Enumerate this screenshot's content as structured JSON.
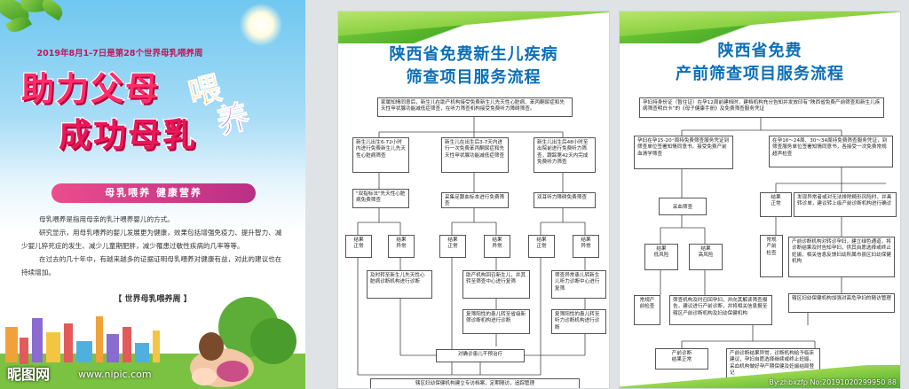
{
  "poster_left": {
    "tagline": "2019年8月1-7日是第28个世界母乳喂养周",
    "slogan_line1": "助力父母",
    "slogan_line2": "成功母乳",
    "slogan_art": "喂养",
    "banner": "母乳喂养  健康营养",
    "paragraphs": [
      "母乳喂养是指用母亲的乳汁喂养婴儿的方式。",
      "研究显示，用母乳喂养的婴儿发展更为健康，效果包括增强免疫力、提升智力、减少婴儿猝死症的发生、减少儿童期肥胖，减少罹患过敏性疾病的几率等等。",
      "在过去的几十年中，有越来越多的证据证明母乳喂养对健康有益，对此的建议也在持续增加。"
    ],
    "week_label": "【 世界母乳喂养周 】",
    "watermark": "昵图网",
    "watermark_url": "www.nipic.com"
  },
  "poster_middle": {
    "title_line1": "陕西省免费新生儿疾病",
    "title_line2": "筛查项目服务流程",
    "boxes": {
      "intro": "家属知情同意后，新生儿在助产机构接受免费新生儿先天性心脏病、苯丙酮尿症和先天性甲状腺功能减低症筛查，在听力筛查机构接受免费听力障碍筛查。",
      "col1_top": "新生儿出生6-72小时内进行免费新生儿先天性心脏病筛查",
      "col2_top": "新生儿在出生后3-7天内进行一次免费苯丙酮尿症和先天性甲状腺功能减低症筛查",
      "col3_top": "新生儿出生后48小时至出院前进行免费听力筛查，跟踪第42天内完成免费听力筛查",
      "col1_mid": "\"双指标法\"先天性心脏病免费筛查",
      "col2_mid": "采集足跟血标本进行免费筛查",
      "col3_mid": "双耳听力障碍免费筛查",
      "r1": "结果\n正常",
      "r2": "结果\n异常",
      "r3": "结果\n正常",
      "r4": "结果\n异常",
      "r5": "结果\n正常",
      "r6": "结果\n异常",
      "col1_refer": "及时转至新生儿先天性心脏病诊断机构进行诊断",
      "col2_refer": "助产机构回召新生儿，并其转至筛查中心进行复筛",
      "col3_refer": "筛查异常患儿转新生儿听力诊断中心进行复筛",
      "col2_confirm": "复筛阳性的患儿转至省级新筛诊断机构进行诊断",
      "col3_confirm": "复筛阳性的患儿转至听力诊断机构进行诊断",
      "treat": "对确诊患儿干预治疗",
      "bottom": "辖区妇幼保健机构建立专访档案，定期随访，追踪管理"
    }
  },
  "poster_right": {
    "title_line1": "陕西省免费",
    "title_line2": "产前筛查项目服务流程",
    "boxes": {
      "intro": "孕妇持身份证（暂住证）在孕12周前建档时，建档机构充分告知并发放印有“陕西省免费产前筛查和新生儿疾病筛查明白卡”的《母子健康手册》及免费筛查服务凭证",
      "left_top": "孕妇在孕15-20⁺周持免费筛查服务凭证到筛查单位签署知情同意书，接受免费产前血清学筛查",
      "right_top": "在孕16～24周、30～34周持免费筛查服务凭证，到筛查服务单位签署知情同意书，各接受一次免费常规超声检查",
      "blood": "采血筛查",
      "low": "结果\n低风险",
      "high": "结果\n高风险",
      "normal_r": "结果\n正常",
      "abnormal": "发现异常者或对无法排除畸形风险时，并具转诊单，建议转上级产前诊断机构进行确诊",
      "prenatal_exam": "常规\n产前\n检查",
      "routine": "常规产前检查",
      "recall": "筛查机构及时召回孕妇，并向其解读筛查报告，建议进行产前诊断，并将相关信息报至辖区产前诊断机构及妇幼保健机构",
      "diag_center": "产前诊断机构对转诊孕妇，建立绿色通道，将诊断结果及时告知孕妇，供其自愿选择或终止妊娠，相关信息反馈妇幼所属市县区妇幼保健机构",
      "followup": "辖区妇幼保健机构加强对高危孕妇的随访管理",
      "diag_normal": "产前诊断\n结果正常",
      "diag_abnormal": "产前诊断结果异常，诊断机构给予临床建议，孕妇自愿选择继续或终止妊娠，采血机构做好孕产期保健及妊娠结局登记"
    },
    "watermark": "By:zhbxzfp  No:20191020299950 88"
  },
  "colors": {
    "title_blue": "#0b6fb8",
    "accent_green": "#4fb02a",
    "slogan_pink": "#ff2d6a"
  }
}
